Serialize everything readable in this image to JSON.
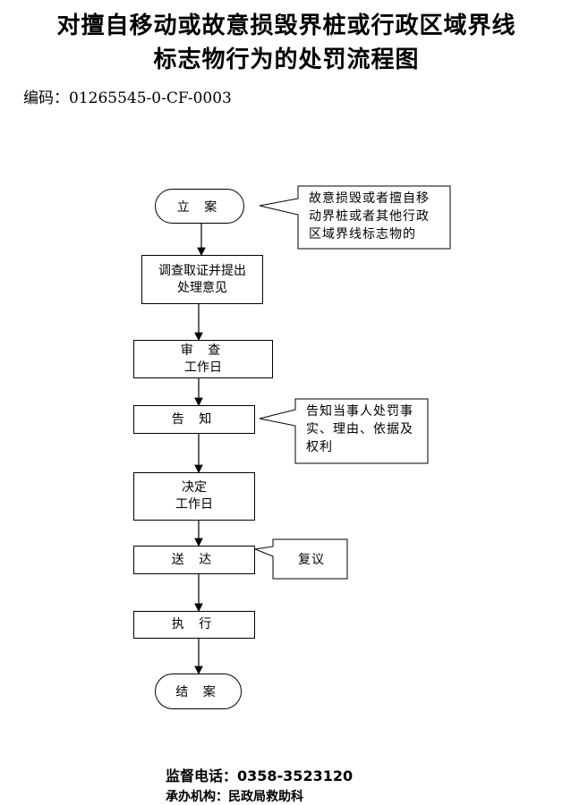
{
  "title_line1": "对擅自移动或故意损毁界桩或行政区域界线",
  "title_line2": "标志物行为的处罚流程图",
  "code": "编码：01265545-0-CF-0003",
  "nodes": {
    "start": "立 案",
    "investigate_line1": "调查取证并提出",
    "investigate_line2": "处理意见",
    "review_line1": "审 查",
    "review_line2": "工作日",
    "notify": "告 知",
    "decide_line1": "决定",
    "decide_line2": "工作日",
    "deliver": "送 达",
    "execute": "执 行",
    "end": "结 案"
  },
  "notes": {
    "case_line1": "故意损毁或者擅自移",
    "case_line2": "动界桩或者其他行政",
    "case_line3": "区域界线标志物的",
    "notify_line1": "告知当事人处罚事",
    "notify_line2": "实、理由、依据及",
    "notify_line3": "权利",
    "review": "复议"
  },
  "footer": {
    "phone": "监督电话：0358-3523120",
    "agency": "承办机构：民政局救助科"
  }
}
